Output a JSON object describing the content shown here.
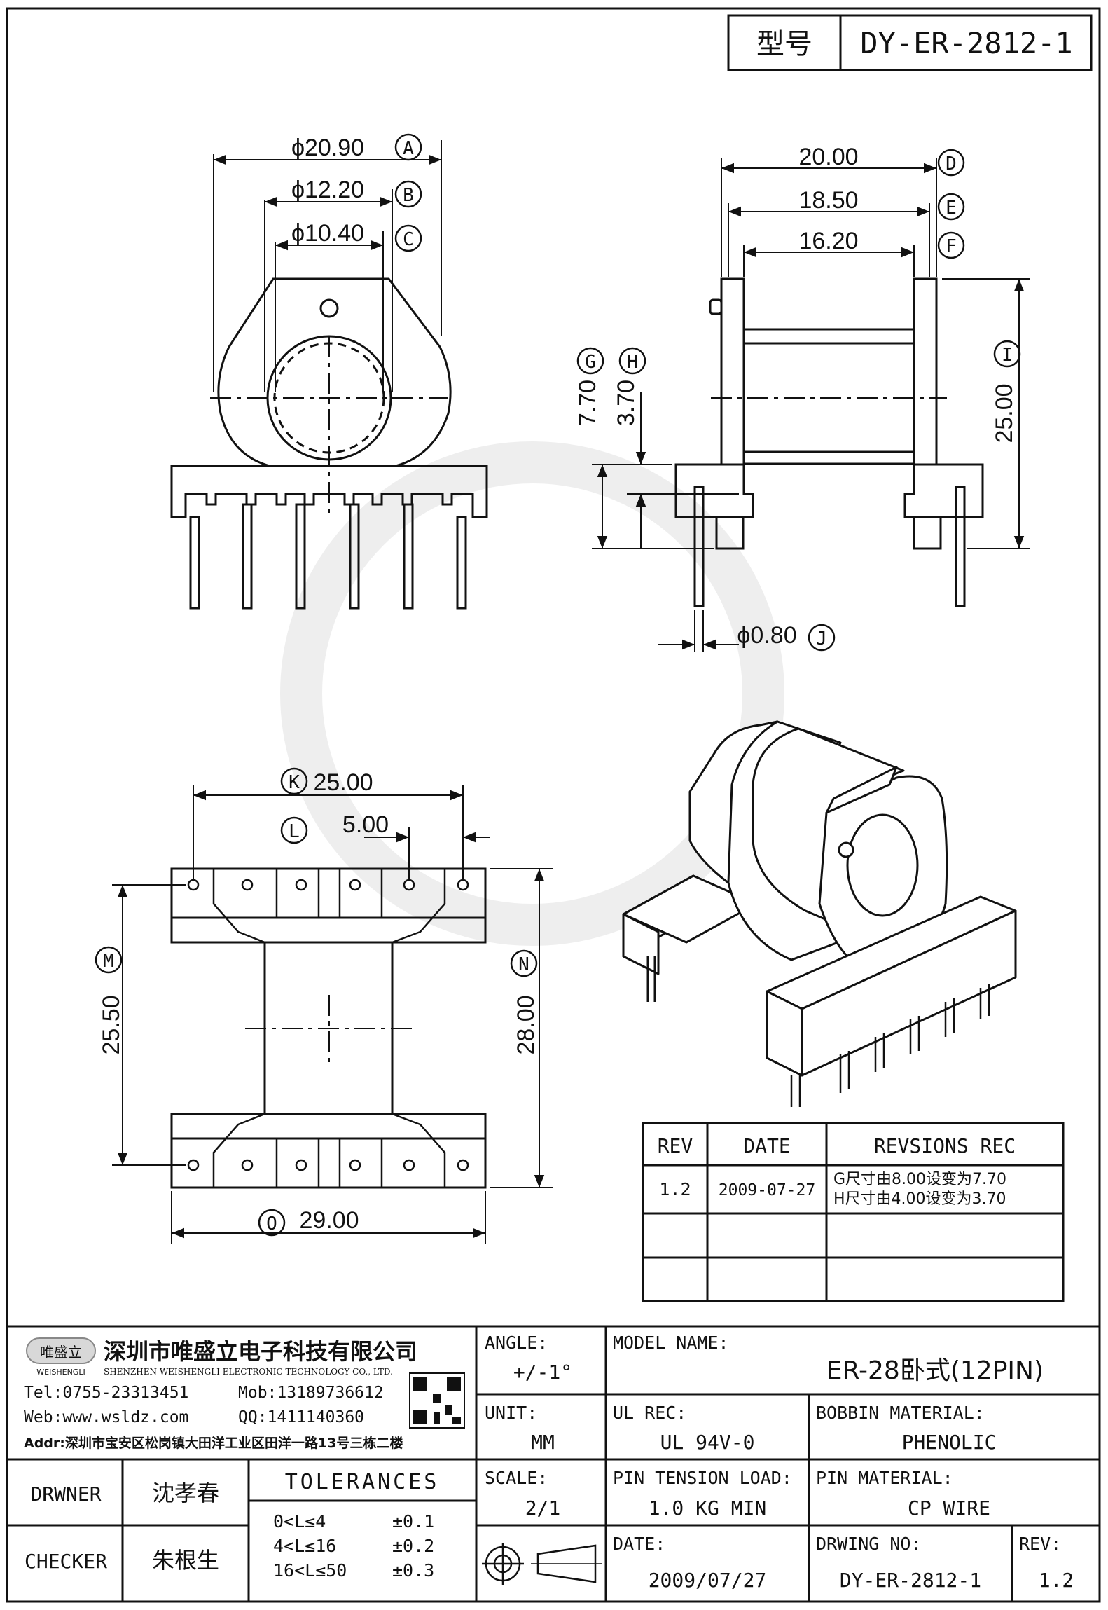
{
  "model_box": {
    "label": "型号",
    "value": "DY-ER-2812-1"
  },
  "front_view": {
    "dims": {
      "a": "ϕ20.90",
      "b": "ϕ12.20",
      "c": "ϕ10.40"
    },
    "refs": {
      "a": "A",
      "b": "B",
      "c": "C"
    }
  },
  "side_view": {
    "dims": {
      "d": "20.00",
      "e": "18.50",
      "f": "16.20",
      "g": "7.70",
      "h": "3.70",
      "i": "25.00",
      "j": "ϕ0.80"
    },
    "refs": {
      "d": "D",
      "e": "E",
      "f": "F",
      "g": "G",
      "h": "H",
      "i": "I",
      "j": "J"
    }
  },
  "bottom_view": {
    "dims": {
      "k": "25.00",
      "l": "5.00",
      "m": "25.50",
      "n": "28.00",
      "o": "29.00"
    },
    "refs": {
      "k": "K",
      "l": "L",
      "m": "M",
      "n": "N",
      "o": "O"
    }
  },
  "revision_table": {
    "headers": [
      "REV",
      "DATE",
      "REVSIONS REC"
    ],
    "rows": [
      {
        "rev": "1.2",
        "date": "2009-07-27",
        "rec1": "G尺寸由8.00设变为7.70",
        "rec2": "H尺寸由4.00设变为3.70"
      }
    ]
  },
  "company": {
    "logo_text": "唯盛立",
    "logo_sub": "WEISHENGLI",
    "name_cn": "深圳市唯盛立电子科技有限公司",
    "name_en": "SHENZHEN WEISHENGLI ELECTRONIC TECHNOLOGY CO., LTD.",
    "tel": "Tel:0755-23313451",
    "mob": "Mob:13189736612",
    "web": "Web:www.wsldz.com",
    "qq": "QQ:1411140360",
    "addr": "Addr:深圳市宝安区松岗镇大田洋工业区田洋一路13号三栋二楼"
  },
  "title_block": {
    "angle_label": "ANGLE:",
    "angle_value": "+/-1°",
    "model_name_label": "MODEL NAME:",
    "model_name_value": "ER-28卧式(12PIN)",
    "unit_label": "UNIT:",
    "unit_value": "MM",
    "ul_rec_label": "UL REC:",
    "ul_rec_value": "UL 94V-0",
    "bobbin_material_label": "BOBBIN MATERIAL:",
    "bobbin_material_value": "PHENOLIC",
    "scale_label": "SCALE:",
    "scale_value": "2/1",
    "pin_tension_label": "PIN TENSION LOAD:",
    "pin_tension_value": "1.0 KG MIN",
    "pin_material_label": "PIN MATERIAL:",
    "pin_material_value": "CP WIRE",
    "date_label": "DATE:",
    "date_value": "2009/07/27",
    "drawing_no_label": "DRWING NO:",
    "drawing_no_value": "DY-ER-2812-1",
    "rev_label": "REV:",
    "rev_value": "1.2",
    "drawer_label": "DRWNER",
    "drawer_value": "沈孝春",
    "checker_label": "CHECKER",
    "checker_value": "朱根生",
    "tolerances_label": "TOLERANCES",
    "tolerances": [
      {
        "range": "0<L≤4",
        "value": "±0.1"
      },
      {
        "range": "4<L≤16",
        "value": "±0.2"
      },
      {
        "range": "16<L≤50",
        "value": "±0.3"
      }
    ]
  }
}
